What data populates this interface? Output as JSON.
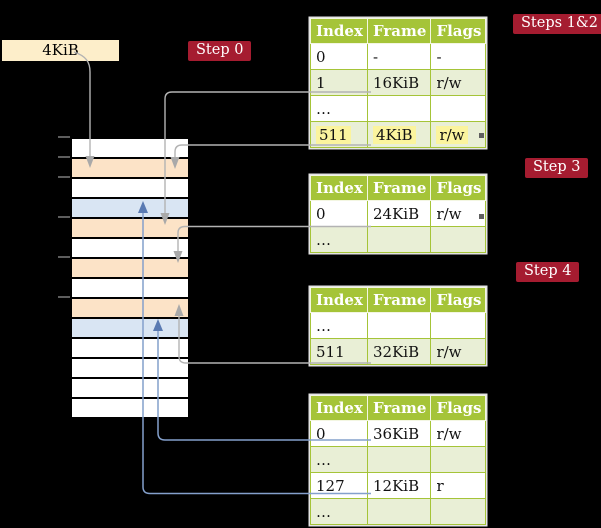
{
  "size_box": {
    "label": "4KiB"
  },
  "badges": {
    "step0": "Step 0",
    "steps12": "Steps 1&2",
    "step3": "Step 3",
    "step4": "Step 4"
  },
  "tables": {
    "headers": [
      "Index",
      "Frame",
      "Flags"
    ],
    "t1": {
      "rows": [
        {
          "variant": "white",
          "cells": [
            "0",
            "-",
            "-"
          ]
        },
        {
          "variant": "green",
          "cells": [
            "1",
            "16KiB",
            "r/w"
          ]
        },
        {
          "variant": "white",
          "cells": [
            "…",
            "",
            ""
          ]
        },
        {
          "variant": "green",
          "highlighted": true,
          "cells": [
            "511",
            "4KiB",
            "r/w"
          ]
        }
      ]
    },
    "t2": {
      "rows": [
        {
          "variant": "white",
          "cells": [
            "0",
            "24KiB",
            "r/w"
          ]
        },
        {
          "variant": "green",
          "cells": [
            "…",
            "",
            ""
          ]
        }
      ]
    },
    "t3": {
      "rows": [
        {
          "variant": "white",
          "cells": [
            "…",
            "",
            ""
          ]
        },
        {
          "variant": "green",
          "cells": [
            "511",
            "32KiB",
            "r/w"
          ]
        }
      ]
    },
    "t4": {
      "rows": [
        {
          "variant": "white",
          "cells": [
            "0",
            "36KiB",
            "r/w"
          ]
        },
        {
          "variant": "green",
          "cells": [
            "…",
            "",
            ""
          ]
        },
        {
          "variant": "white",
          "cells": [
            "127",
            "12KiB",
            "r"
          ]
        },
        {
          "variant": "green",
          "cells": [
            "…",
            "",
            ""
          ]
        }
      ]
    }
  },
  "memory": {
    "rows": [
      {
        "kind": "empty"
      },
      {
        "kind": "pt"
      },
      {
        "kind": "empty"
      },
      {
        "kind": "page"
      },
      {
        "kind": "pt"
      },
      {
        "kind": "empty"
      },
      {
        "kind": "pt"
      },
      {
        "kind": "empty"
      },
      {
        "kind": "pt"
      },
      {
        "kind": "page"
      },
      {
        "kind": "empty"
      },
      {
        "kind": "empty"
      },
      {
        "kind": "empty"
      },
      {
        "kind": "empty"
      }
    ]
  },
  "connections": [
    {
      "from": "size-box-4KiB",
      "to": "memory-frame-4KiB",
      "color": "gray"
    },
    {
      "from": "table1-entry-1-16KiB",
      "to": "memory-frame-16KiB",
      "color": "gray"
    },
    {
      "from": "table1-entry-511-4KiB",
      "to": "memory-frame-4KiB",
      "color": "gray"
    },
    {
      "from": "table2-entry-0-24KiB",
      "to": "memory-frame-24KiB",
      "color": "gray"
    },
    {
      "from": "table3-entry-511-32KiB",
      "to": "memory-frame-32KiB",
      "color": "gray"
    },
    {
      "from": "table4-entry-0-36KiB",
      "to": "memory-page-36KiB",
      "color": "blue"
    },
    {
      "from": "table4-entry-127-12KiB",
      "to": "memory-page-12KiB",
      "color": "blue"
    }
  ],
  "colors": {
    "table_header_green": "#a5c438",
    "table_row_green": "#e9efd6",
    "frame_orange": "#fce3c7",
    "page_blue": "#d9e5f3",
    "highlight_yellow": "#fbf49e",
    "badge_red": "#a51c30",
    "size_box_cream": "#fdeeca",
    "connector_gray": "#b3b3b3",
    "connector_blue": "#84a0cc"
  }
}
